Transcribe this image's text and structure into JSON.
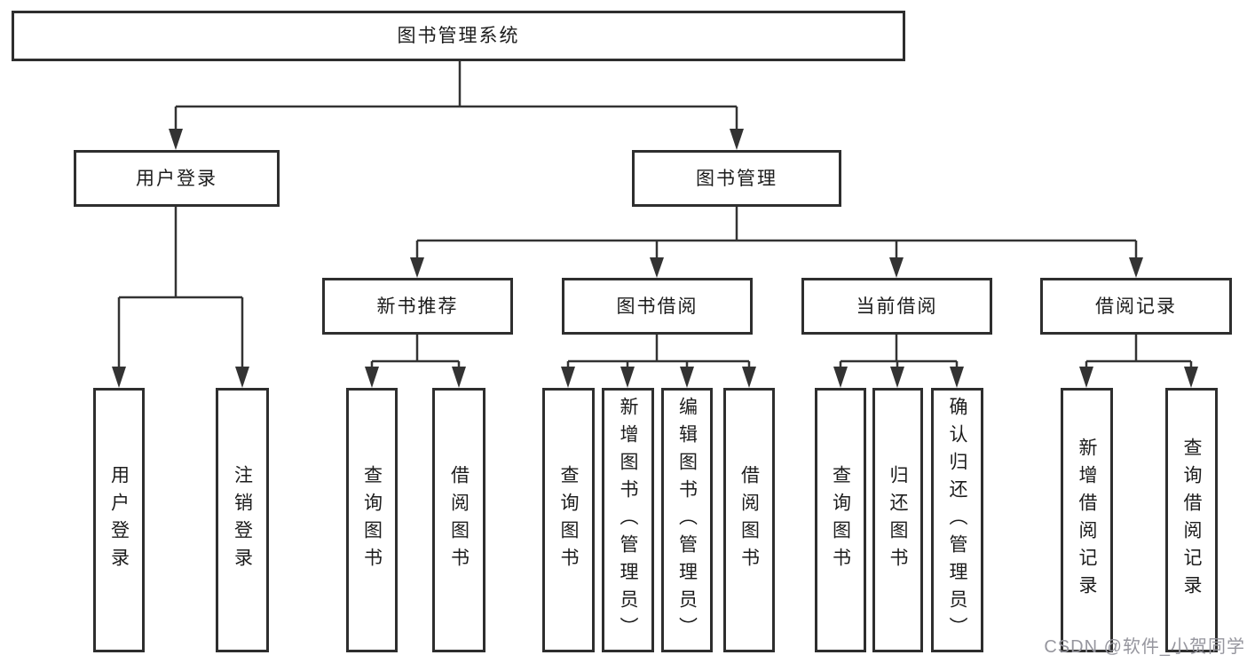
{
  "tree": {
    "label": "图书管理系统",
    "children": [
      {
        "label": "用户登录",
        "children": [
          {
            "label": "用户登录"
          },
          {
            "label": "注销登录"
          }
        ]
      },
      {
        "label": "图书管理",
        "children": [
          {
            "label": "新书推荐",
            "children": [
              {
                "label": "查询图书"
              },
              {
                "label": "借阅图书"
              }
            ]
          },
          {
            "label": "图书借阅",
            "children": [
              {
                "label": "查询图书"
              },
              {
                "label": "新增图书（管理员）"
              },
              {
                "label": "编辑图书（管理员）"
              },
              {
                "label": "借阅图书"
              }
            ]
          },
          {
            "label": "当前借阅",
            "children": [
              {
                "label": "查询图书"
              },
              {
                "label": "归还图书"
              },
              {
                "label": "确认归还（管理员）"
              }
            ]
          },
          {
            "label": "借阅记录",
            "children": [
              {
                "label": "新增借阅记录"
              },
              {
                "label": "查询借阅记录"
              }
            ]
          }
        ]
      }
    ]
  },
  "watermark": {
    "text": "CSDN @软件_小贺同学"
  },
  "colors": {
    "line": "#333333",
    "box_border": "#2e2e2e",
    "text": "#1c1c1c",
    "background": "#ffffff",
    "watermark": "#96969e"
  }
}
